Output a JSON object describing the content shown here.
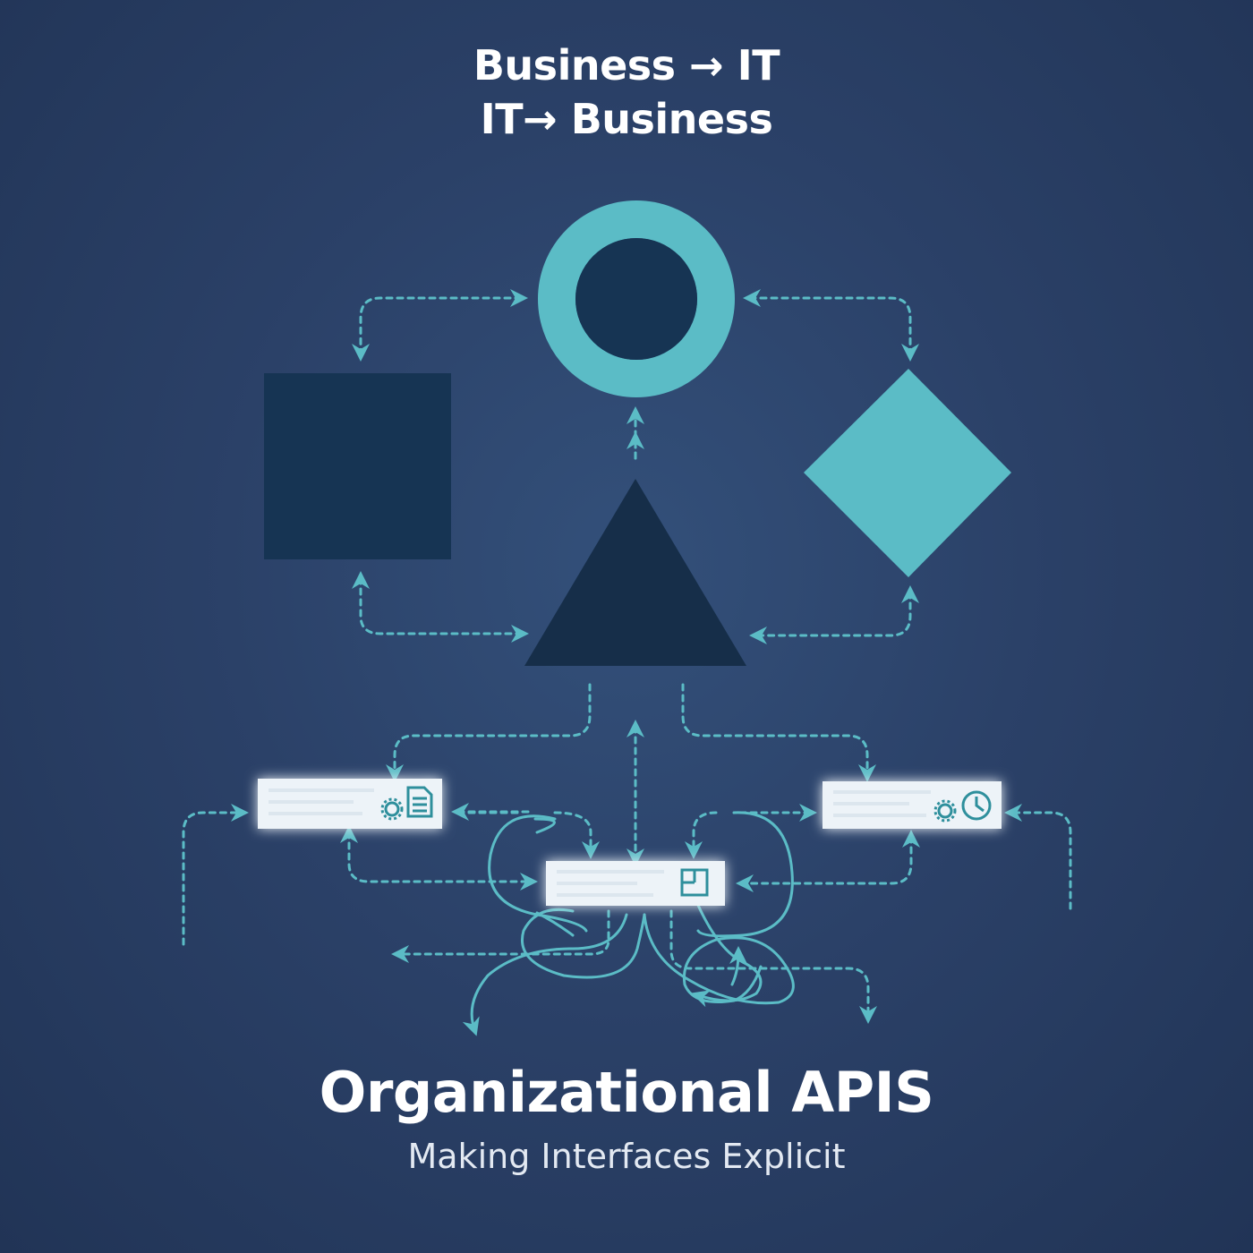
{
  "header": {
    "line1": "Business → IT",
    "line2": "IT→ Business"
  },
  "title": "Organizational APIS",
  "subtitle": "Making Interfaces Explicit",
  "colors": {
    "background": "#2b4168",
    "accent": "#5bbcc6",
    "shape_dark": "#163453",
    "triangle": "#162e49",
    "card": "#edf3f8",
    "text": "#ffffff"
  },
  "shapes": [
    "ring",
    "square",
    "diamond",
    "triangle"
  ],
  "cards": [
    {
      "name": "left-card",
      "icons": [
        "gear-icon",
        "document-icon"
      ]
    },
    {
      "name": "center-card",
      "icons": [
        "layout-icon"
      ]
    },
    {
      "name": "right-card",
      "icons": [
        "gear-icon",
        "clock-icon"
      ]
    }
  ]
}
